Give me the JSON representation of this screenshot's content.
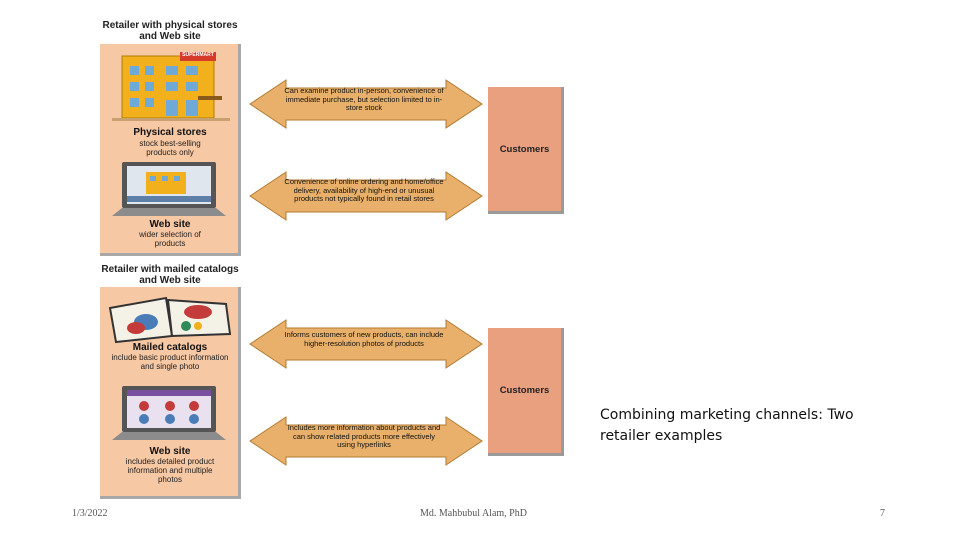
{
  "groups": [
    {
      "title": "Retailer with physical stores and Web site",
      "items": [
        {
          "title": "Physical stores",
          "description": "stock best-selling products only",
          "arrow_text": "Can examine product in-person, convenience of immediate purchase, but selection limited to in-store stock"
        },
        {
          "title": "Web site",
          "description": "wider selection of products",
          "arrow_text": "Convenience of online ordering and home/office delivery, availability of high-end or unusual products not typically found in retail stores"
        }
      ],
      "customers_label": "Customers"
    },
    {
      "title": "Retailer with mailed catalogs and Web site",
      "items": [
        {
          "title": "Mailed catalogs",
          "description": "include basic product information and single photo",
          "arrow_text": "Informs customers of new products, can include higher-resolution photos of products"
        },
        {
          "title": "Web site",
          "description": "includes detailed product information and multiple photos",
          "arrow_text": "Includes more information about products and can show related products more effectively using hyperlinks"
        }
      ],
      "customers_label": "Customers"
    }
  ],
  "store_sign": "SUPERMART",
  "caption": "Combining marketing channels: Two retailer examples",
  "footer": {
    "date": "1/3/2022",
    "author": "Md. Mahbubul Alam, PhD",
    "page": "7"
  },
  "colors": {
    "panel": "#f7c8a4",
    "arrow": "#e8b06a",
    "customers": "#e9a07e",
    "building": "#f2b01c"
  }
}
